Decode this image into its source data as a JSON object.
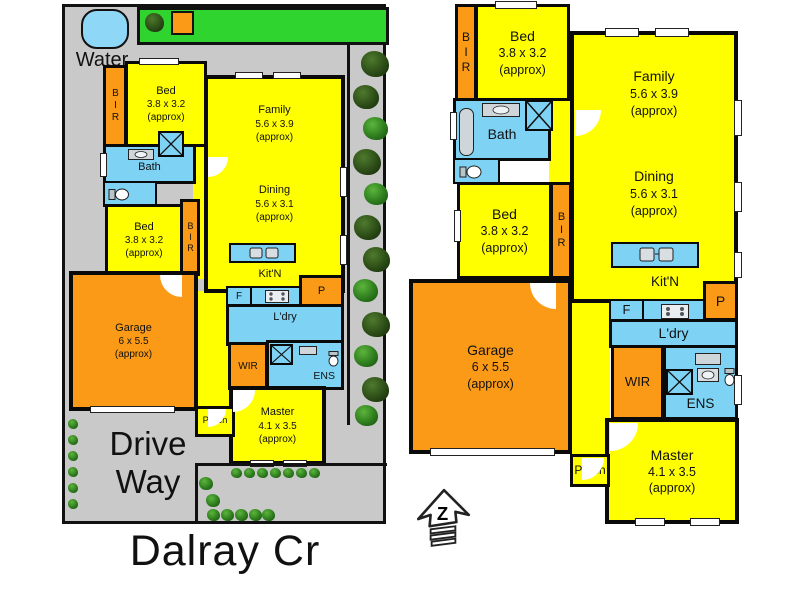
{
  "street": {
    "name": "Dalray Cr"
  },
  "site": {
    "water_label": "Water",
    "driveway_line1": "Drive",
    "driveway_line2": "Way"
  },
  "compass": {
    "letter": "Z"
  },
  "rooms": {
    "bed_front": {
      "name": "Bed",
      "dims": "3.8 x 3.2",
      "approx": "(approx)"
    },
    "bed_mid": {
      "name": "Bed",
      "dims": "3.8 x 3.2",
      "approx": "(approx)"
    },
    "family": {
      "name": "Family",
      "dims": "5.6 x 3.9",
      "approx": "(approx)"
    },
    "dining": {
      "name": "Dining",
      "dims": "5.6 x 3.1",
      "approx": "(approx)"
    },
    "master": {
      "name": "Master",
      "dims": "4.1 x 3.5",
      "approx": "(approx)"
    },
    "garage": {
      "name": "Garage",
      "dims": "6 x 5.5",
      "approx": "(approx)"
    },
    "bath": {
      "name": "Bath"
    },
    "kitchen": {
      "name": "Kit'N"
    },
    "laundry": {
      "name": "L'dry"
    },
    "wir": {
      "name": "WIR"
    },
    "ens": {
      "name": "ENS"
    },
    "porch": {
      "name": "Porch"
    },
    "bir": {
      "name": "BIR"
    },
    "fridge": {
      "name": "F"
    },
    "pantry": {
      "name": "P"
    }
  },
  "colors": {
    "room": "#ffff00",
    "robe": "#fa9a16",
    "wet": "#7ed3f5",
    "site": "#c9c9c9",
    "garden": "#2fd42f",
    "wall": "#0a0a0a"
  }
}
